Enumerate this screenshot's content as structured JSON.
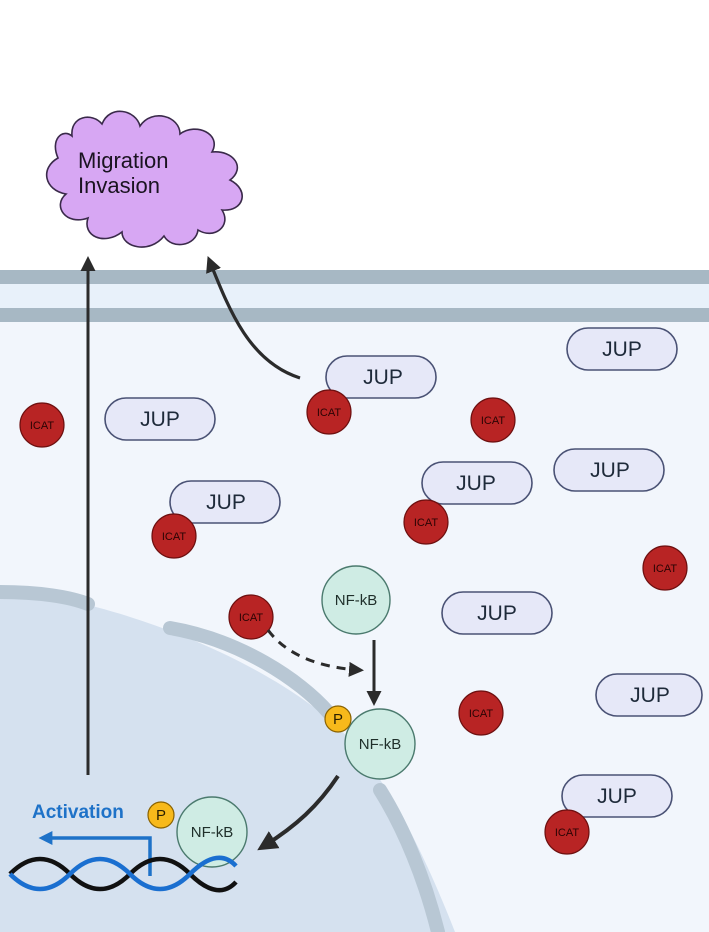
{
  "outcome": {
    "line1": "Migration",
    "line2": "Invasion"
  },
  "activation_label": "Activation",
  "jup": {
    "label": "JUP",
    "items": [
      {
        "id": "free-1"
      },
      {
        "id": "bound-icat-1"
      },
      {
        "id": "bound-icat-2"
      },
      {
        "id": "bound-icat-3"
      },
      {
        "id": "free-2"
      },
      {
        "id": "free-3"
      },
      {
        "id": "free-4"
      },
      {
        "id": "free-5"
      },
      {
        "id": "bound-icat-4"
      }
    ]
  },
  "icat": {
    "label": "ICAT"
  },
  "nfkb": {
    "label": "NF-kB"
  },
  "phospho": {
    "label": "P"
  },
  "colors": {
    "cytoplasm": "#f2f6fc",
    "membrane_band": "#a7b8c4",
    "membrane_gap": "#e8f1fa",
    "nucleus": "#d5e1ef",
    "nuclear_envelope": "#b8c7d4",
    "jup_fill": "#e6e8f8",
    "jup_stroke": "#4a5275",
    "icat_fill": "#b82424",
    "nfkb_fill": "#cfece4",
    "phospho_fill": "#f7b91b",
    "outcome_fill": "#d7a7f3",
    "activation_text": "#1e72c8",
    "dna_blue": "#1a6fd0",
    "dna_black": "#111111",
    "arrow": "#2b2b2b"
  }
}
